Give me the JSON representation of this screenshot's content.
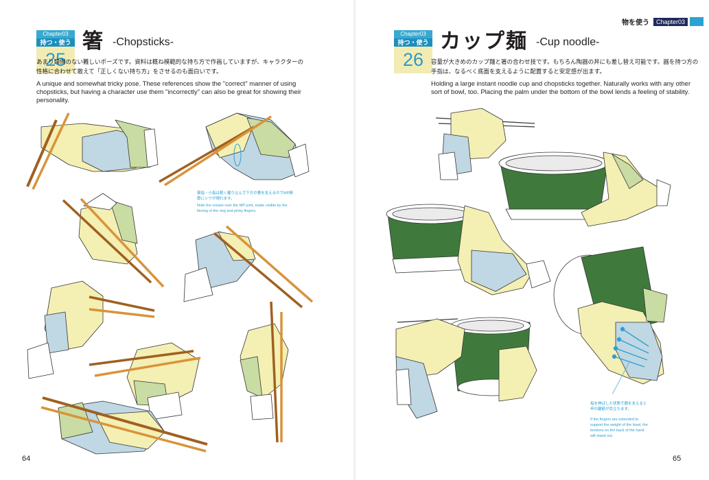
{
  "colors": {
    "accent": "#2aa3d2",
    "badge_bg": "#f2ecb4",
    "chopstick": "#d9933a",
    "bowl_green": "#3f7a3c"
  },
  "left_page": {
    "badge": {
      "chapter": "Chapter03",
      "subtitle": "持つ・使う",
      "number": "25"
    },
    "title_jp": "箸",
    "title_en": "-Chopsticks-",
    "body_jp": "あまり類例のない難しいポーズです。資料は概ね模範的な持ち方で作画していますが、キャラクターの性格に合わせて敢えて「正しくない持ち方」をさせるのも面白いです。",
    "body_en": "A unique and somewhat tricky pose. These references show the \"correct\" manner of using chopsticks, but having a character use them \"incorrectly\" can also be great for showing their personality.",
    "note_jp": "薬指・小指は軽く握り込んで下方の箸を支えるのでMP関節にシワが現れます。",
    "note_en": "Note the crease over the MP joint, made visible by the flexing of the ring and pinky fingers.",
    "page_number": "64"
  },
  "right_page": {
    "running_head": {
      "label": "物を使う",
      "chapter": "Chapter03"
    },
    "badge": {
      "chapter": "Chapter03",
      "subtitle": "持つ・使う",
      "number": "26"
    },
    "title_jp": "カップ麺",
    "title_en": "-Cup noodle-",
    "body_jp": "容量が大きめのカップ麺と箸の合わせ技です。もちろん陶器の丼にも差し替え可能です。器を持つ方の手指は、なるべく底面を支えるように配置すると安定感が出ます。",
    "body_en": "Holding a large instant noodle cup and chopsticks together. Naturally works with any other sort of bowl, too. Placing the palm under the bottom of the bowl lends a feeling of stability.",
    "note_jp": "指を伸ばした状態で器を支えると甲の腱筋が目立ちます。",
    "note_en": "If the fingers are extended to support the weight of the bowl, the tendons on the back of the hand will stand out.",
    "page_number": "65"
  }
}
